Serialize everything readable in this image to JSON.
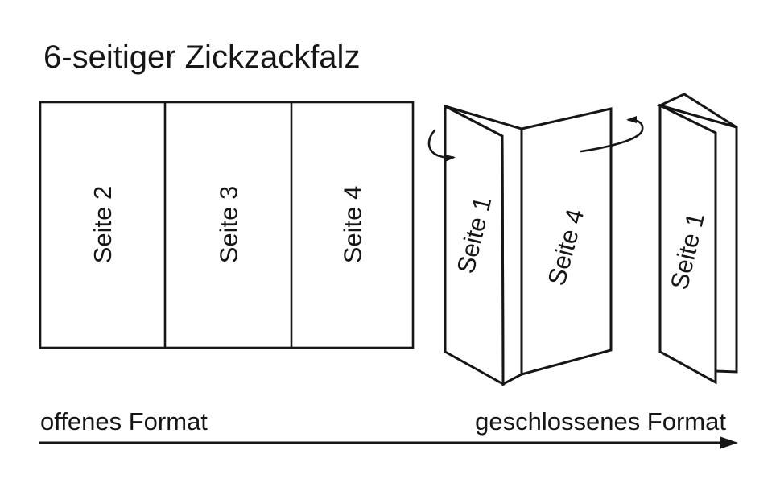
{
  "title": "6-seitiger Zickzackfalz",
  "colors": {
    "ink": "#161616",
    "paper": "#ffffff"
  },
  "open_format": {
    "caption": "offenes Format",
    "panels": [
      {
        "label": "Seite 2"
      },
      {
        "label": "Seite 3"
      },
      {
        "label": "Seite 4"
      }
    ]
  },
  "half_folded": {
    "left_panel_label": "Seite 1",
    "right_panel_label": "Seite 4"
  },
  "closed_format": {
    "caption": "geschlossenes Format",
    "front_panel_label": "Seite 1"
  }
}
